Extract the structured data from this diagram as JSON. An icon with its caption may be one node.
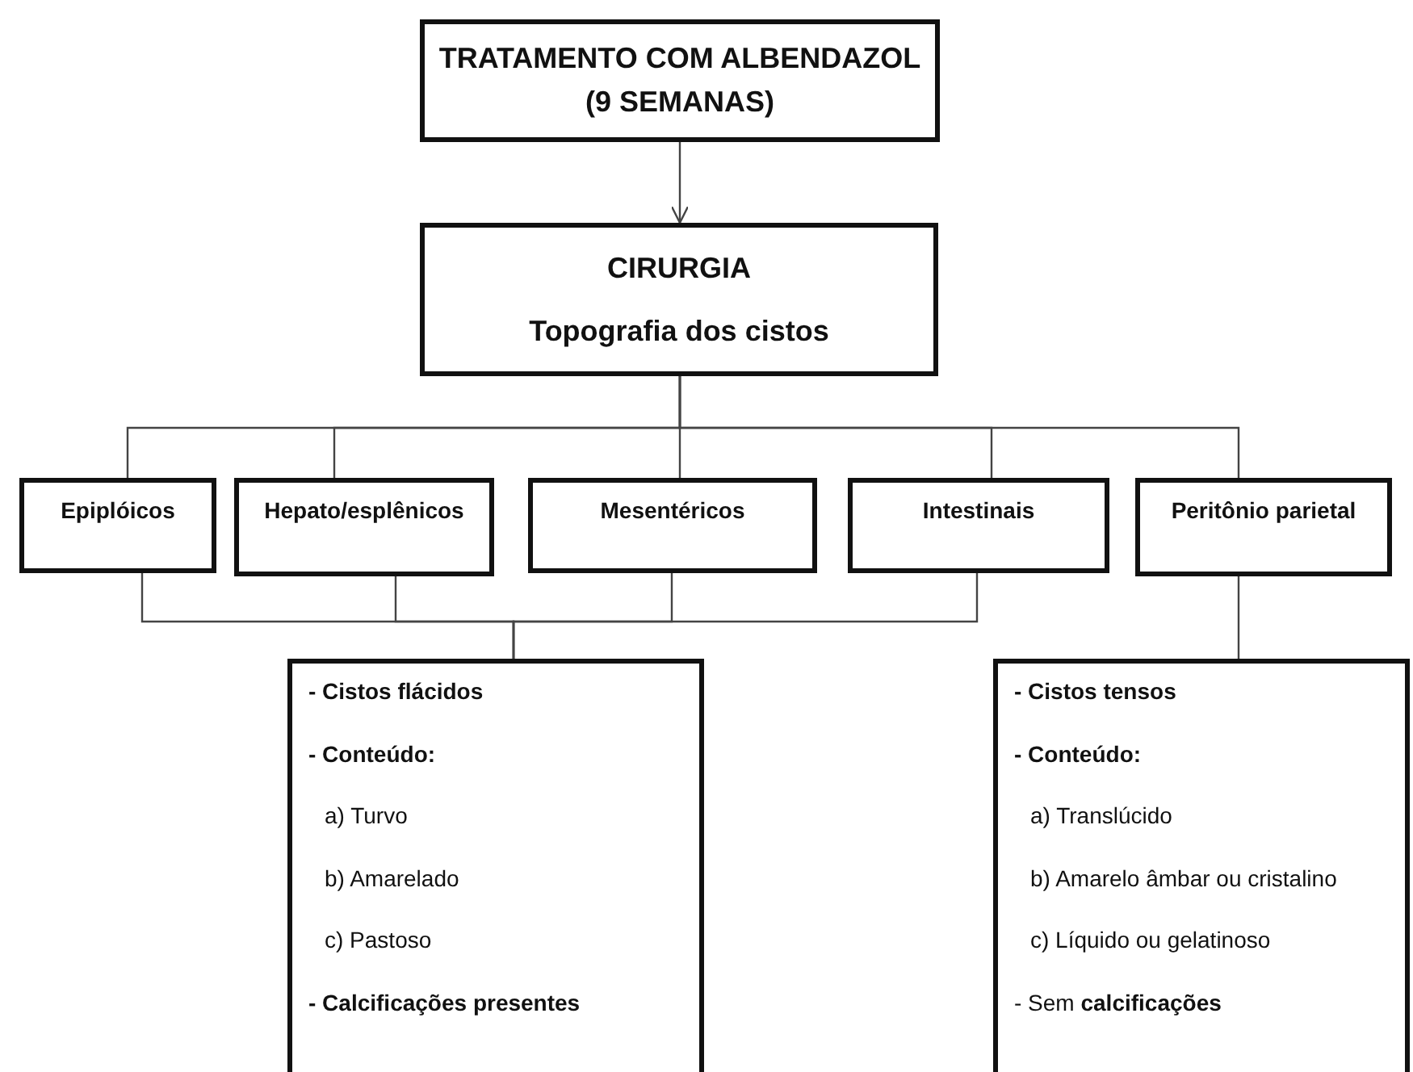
{
  "diagram": {
    "nodes": [
      {
        "text": [
          "TRATAMENTO COM ALBENDAZOL (9 SEMANAS)"
        ]
      },
      {
        "text": [
          "CIRURGIA",
          "Topografia dos cistos"
        ]
      },
      {
        "text": [
          "Epiplóicos"
        ]
      },
      {
        "text": [
          "Hepato/esplênicos"
        ]
      },
      {
        "text": [
          "Mesentéricos"
        ]
      },
      {
        "text": [
          "Intestinais"
        ]
      },
      {
        "text": [
          "Peritônio parietal"
        ]
      },
      {
        "text": [
          "- Cistos flácidos",
          "- Conteúdo:",
          "a) Turvo",
          "b) Amarelado",
          "c) Pastoso",
          "- Calcificações presentes"
        ]
      },
      {
        "text": [
          "- Cistos tensos",
          "- Conteúdo:",
          "a) Translúcido",
          "b) Amarelo âmbar ou cristalino",
          "c) Líquido ou gelatinoso",
          "- Sem **calcificações**"
        ]
      }
    ],
    "edges": [
      {
        "from": 0,
        "to": 1,
        "arrow": "to"
      },
      {
        "from": 1,
        "to": 2,
        "arrow": "none"
      },
      {
        "from": 1,
        "to": 3,
        "arrow": "none"
      },
      {
        "from": 1,
        "to": 4,
        "arrow": "none"
      },
      {
        "from": 1,
        "to": 5,
        "arrow": "none"
      },
      {
        "from": 1,
        "to": 6,
        "arrow": "none"
      },
      {
        "from": 2,
        "to": 7,
        "arrow": "none"
      },
      {
        "from": 3,
        "to": 7,
        "arrow": "none"
      },
      {
        "from": 4,
        "to": 7,
        "arrow": "none"
      },
      {
        "from": 5,
        "to": 7,
        "arrow": "none"
      },
      {
        "from": 6,
        "to": 8,
        "arrow": "none"
      }
    ]
  }
}
